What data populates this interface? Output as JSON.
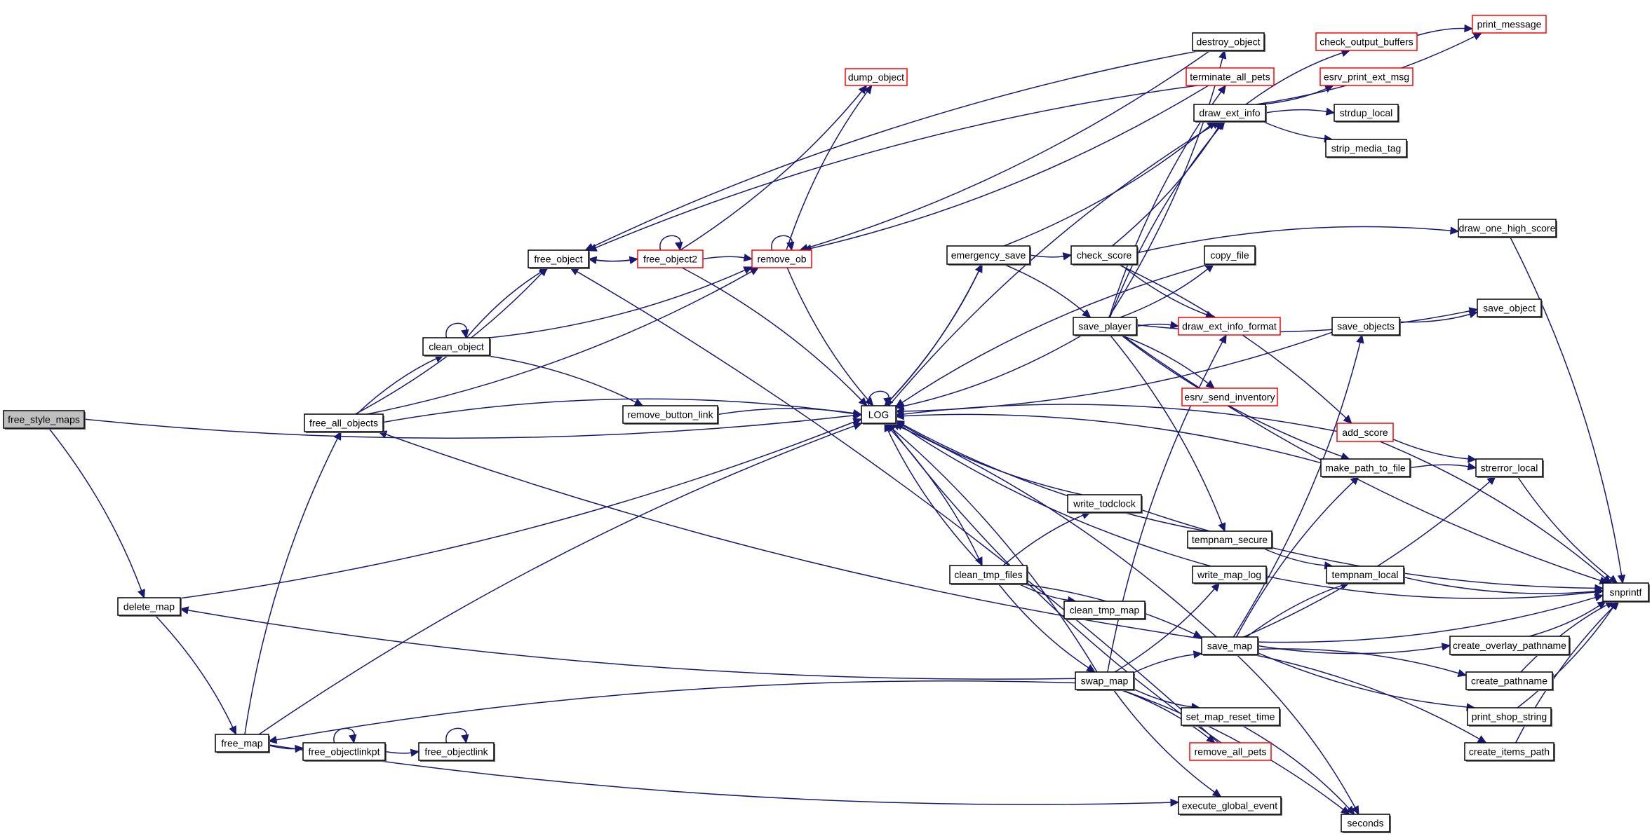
{
  "diagram": {
    "type": "call-graph",
    "root": "free_style_maps",
    "colors": {
      "edge": "#191970",
      "node_border": "#000000",
      "node_border_linked": "#ff0000",
      "root_fill": "#bfbfbf",
      "node_fill": "#ffffff"
    },
    "nodes": [
      {
        "id": "free_style_maps",
        "label": "free_style_maps",
        "style": "root"
      },
      {
        "id": "delete_map",
        "label": "delete_map",
        "style": "normal"
      },
      {
        "id": "free_map",
        "label": "free_map",
        "style": "normal"
      },
      {
        "id": "free_objectlinkpt",
        "label": "free_objectlinkpt",
        "style": "normal"
      },
      {
        "id": "free_objectlink",
        "label": "free_objectlink",
        "style": "normal"
      },
      {
        "id": "free_all_objects",
        "label": "free_all_objects",
        "style": "normal"
      },
      {
        "id": "clean_object",
        "label": "clean_object",
        "style": "normal"
      },
      {
        "id": "free_object",
        "label": "free_object",
        "style": "normal"
      },
      {
        "id": "free_object2",
        "label": "free_object2",
        "style": "red"
      },
      {
        "id": "remove_ob",
        "label": "remove_ob",
        "style": "red"
      },
      {
        "id": "dump_object",
        "label": "dump_object",
        "style": "red"
      },
      {
        "id": "remove_button_link",
        "label": "remove_button_link",
        "style": "normal"
      },
      {
        "id": "LOG",
        "label": "LOG",
        "style": "normal"
      },
      {
        "id": "destroy_object",
        "label": "destroy_object",
        "style": "normal"
      },
      {
        "id": "terminate_all_pets",
        "label": "terminate_all_pets",
        "style": "red"
      },
      {
        "id": "draw_ext_info",
        "label": "draw_ext_info",
        "style": "normal"
      },
      {
        "id": "emergency_save",
        "label": "emergency_save",
        "style": "normal"
      },
      {
        "id": "check_score",
        "label": "check_score",
        "style": "normal"
      },
      {
        "id": "copy_file",
        "label": "copy_file",
        "style": "normal"
      },
      {
        "id": "save_player",
        "label": "save_player",
        "style": "normal"
      },
      {
        "id": "draw_ext_info_format",
        "label": "draw_ext_info_format",
        "style": "red"
      },
      {
        "id": "esrv_send_inventory",
        "label": "esrv_send_inventory",
        "style": "red"
      },
      {
        "id": "write_todclock",
        "label": "write_todclock",
        "style": "normal"
      },
      {
        "id": "clean_tmp_files",
        "label": "clean_tmp_files",
        "style": "normal"
      },
      {
        "id": "clean_tmp_map",
        "label": "clean_tmp_map",
        "style": "normal"
      },
      {
        "id": "tempnam_secure",
        "label": "tempnam_secure",
        "style": "normal"
      },
      {
        "id": "write_map_log",
        "label": "write_map_log",
        "style": "normal"
      },
      {
        "id": "save_map",
        "label": "save_map",
        "style": "normal"
      },
      {
        "id": "swap_map",
        "label": "swap_map",
        "style": "normal"
      },
      {
        "id": "set_map_reset_time",
        "label": "set_map_reset_time",
        "style": "normal"
      },
      {
        "id": "remove_all_pets",
        "label": "remove_all_pets",
        "style": "red"
      },
      {
        "id": "execute_global_event",
        "label": "execute_global_event",
        "style": "normal"
      },
      {
        "id": "print_message",
        "label": "print_message",
        "style": "red"
      },
      {
        "id": "check_output_buffers",
        "label": "check_output_buffers",
        "style": "red"
      },
      {
        "id": "esrv_print_ext_msg",
        "label": "esrv_print_ext_msg",
        "style": "red"
      },
      {
        "id": "strdup_local",
        "label": "strdup_local",
        "style": "normal"
      },
      {
        "id": "strip_media_tag",
        "label": "strip_media_tag",
        "style": "normal"
      },
      {
        "id": "draw_one_high_score",
        "label": "draw_one_high_score",
        "style": "normal"
      },
      {
        "id": "save_object",
        "label": "save_object",
        "style": "normal"
      },
      {
        "id": "save_objects",
        "label": "save_objects",
        "style": "normal"
      },
      {
        "id": "add_score",
        "label": "add_score",
        "style": "red"
      },
      {
        "id": "make_path_to_file",
        "label": "make_path_to_file",
        "style": "normal"
      },
      {
        "id": "strerror_local",
        "label": "strerror_local",
        "style": "normal"
      },
      {
        "id": "tempnam_local",
        "label": "tempnam_local",
        "style": "normal"
      },
      {
        "id": "snprintf",
        "label": "snprintf",
        "style": "normal"
      },
      {
        "id": "create_overlay_pathname",
        "label": "create_overlay_pathname",
        "style": "normal"
      },
      {
        "id": "create_pathname",
        "label": "create_pathname",
        "style": "normal"
      },
      {
        "id": "print_shop_string",
        "label": "print_shop_string",
        "style": "normal"
      },
      {
        "id": "create_items_path",
        "label": "create_items_path",
        "style": "normal"
      },
      {
        "id": "seconds",
        "label": "seconds",
        "style": "normal"
      }
    ],
    "edges": [
      [
        "free_style_maps",
        "delete_map"
      ],
      [
        "free_style_maps",
        "LOG"
      ],
      [
        "delete_map",
        "free_map"
      ],
      [
        "delete_map",
        "LOG"
      ],
      [
        "free_map",
        "free_all_objects"
      ],
      [
        "free_map",
        "free_objectlinkpt"
      ],
      [
        "free_map",
        "LOG"
      ],
      [
        "free_map",
        "execute_global_event"
      ],
      [
        "free_objectlinkpt",
        "free_objectlinkpt"
      ],
      [
        "free_objectlinkpt",
        "free_objectlink"
      ],
      [
        "free_objectlink",
        "free_objectlink"
      ],
      [
        "free_all_objects",
        "free_object"
      ],
      [
        "free_all_objects",
        "clean_object"
      ],
      [
        "free_all_objects",
        "remove_ob"
      ],
      [
        "free_all_objects",
        "LOG"
      ],
      [
        "clean_object",
        "clean_object"
      ],
      [
        "clean_object",
        "free_object"
      ],
      [
        "clean_object",
        "remove_ob"
      ],
      [
        "clean_object",
        "remove_button_link"
      ],
      [
        "free_object",
        "free_object2"
      ],
      [
        "free_object2",
        "free_object"
      ],
      [
        "free_object2",
        "free_object2"
      ],
      [
        "free_object2",
        "remove_ob"
      ],
      [
        "free_object2",
        "dump_object"
      ],
      [
        "free_object2",
        "LOG"
      ],
      [
        "remove_ob",
        "remove_ob"
      ],
      [
        "remove_ob",
        "dump_object"
      ],
      [
        "remove_ob",
        "LOG"
      ],
      [
        "remove_button_link",
        "LOG"
      ],
      [
        "LOG",
        "LOG"
      ],
      [
        "LOG",
        "draw_ext_info"
      ],
      [
        "LOG",
        "emergency_save"
      ],
      [
        "LOG",
        "clean_tmp_files"
      ],
      [
        "destroy_object",
        "free_object"
      ],
      [
        "destroy_object",
        "remove_ob"
      ],
      [
        "terminate_all_pets",
        "free_object"
      ],
      [
        "terminate_all_pets",
        "remove_ob"
      ],
      [
        "draw_ext_info",
        "print_message"
      ],
      [
        "draw_ext_info",
        "check_output_buffers"
      ],
      [
        "draw_ext_info",
        "esrv_print_ext_msg"
      ],
      [
        "draw_ext_info",
        "strdup_local"
      ],
      [
        "draw_ext_info",
        "strip_media_tag"
      ],
      [
        "check_output_buffers",
        "print_message"
      ],
      [
        "emergency_save",
        "check_score"
      ],
      [
        "emergency_save",
        "save_player"
      ],
      [
        "emergency_save",
        "draw_ext_info"
      ],
      [
        "emergency_save",
        "LOG"
      ],
      [
        "check_score",
        "draw_ext_info"
      ],
      [
        "check_score",
        "draw_one_high_score"
      ],
      [
        "check_score",
        "draw_ext_info_format"
      ],
      [
        "check_score",
        "add_score"
      ],
      [
        "copy_file",
        "LOG"
      ],
      [
        "save_player",
        "draw_ext_info"
      ],
      [
        "save_player",
        "destroy_object"
      ],
      [
        "save_player",
        "terminate_all_pets"
      ],
      [
        "save_player",
        "copy_file"
      ],
      [
        "save_player",
        "draw_ext_info_format"
      ],
      [
        "save_player",
        "save_object"
      ],
      [
        "save_player",
        "esrv_send_inventory"
      ],
      [
        "save_player",
        "make_path_to_file"
      ],
      [
        "save_player",
        "tempnam_secure"
      ],
      [
        "save_player",
        "snprintf"
      ],
      [
        "save_player",
        "LOG"
      ],
      [
        "save_objects",
        "save_object"
      ],
      [
        "save_objects",
        "LOG"
      ],
      [
        "add_score",
        "strerror_local"
      ],
      [
        "add_score",
        "snprintf"
      ],
      [
        "add_score",
        "LOG"
      ],
      [
        "make_path_to_file",
        "strerror_local"
      ],
      [
        "make_path_to_file",
        "LOG"
      ],
      [
        "draw_one_high_score",
        "snprintf"
      ],
      [
        "strerror_local",
        "snprintf"
      ],
      [
        "write_todclock",
        "LOG"
      ],
      [
        "write_todclock",
        "snprintf"
      ],
      [
        "clean_tmp_files",
        "write_todclock"
      ],
      [
        "clean_tmp_files",
        "clean_tmp_map"
      ],
      [
        "clean_tmp_files",
        "save_map"
      ],
      [
        "clean_tmp_files",
        "swap_map"
      ],
      [
        "clean_tmp_files",
        "LOG"
      ],
      [
        "tempnam_secure",
        "tempnam_local"
      ],
      [
        "tempnam_secure",
        "LOG"
      ],
      [
        "write_map_log",
        "snprintf"
      ],
      [
        "write_map_log",
        "LOG"
      ],
      [
        "tempnam_local",
        "snprintf"
      ],
      [
        "save_map",
        "free_all_objects"
      ],
      [
        "save_map",
        "save_objects"
      ],
      [
        "save_map",
        "make_path_to_file"
      ],
      [
        "save_map",
        "strerror_local"
      ],
      [
        "save_map",
        "tempnam_local"
      ],
      [
        "save_map",
        "create_overlay_pathname"
      ],
      [
        "save_map",
        "create_pathname"
      ],
      [
        "save_map",
        "print_shop_string"
      ],
      [
        "save_map",
        "create_items_path"
      ],
      [
        "save_map",
        "snprintf"
      ],
      [
        "save_map",
        "seconds"
      ],
      [
        "save_map",
        "LOG"
      ],
      [
        "swap_map",
        "delete_map"
      ],
      [
        "swap_map",
        "free_map"
      ],
      [
        "swap_map",
        "save_map"
      ],
      [
        "swap_map",
        "write_map_log"
      ],
      [
        "swap_map",
        "draw_ext_info_format"
      ],
      [
        "swap_map",
        "set_map_reset_time"
      ],
      [
        "swap_map",
        "remove_all_pets"
      ],
      [
        "swap_map",
        "execute_global_event"
      ],
      [
        "swap_map",
        "seconds"
      ],
      [
        "swap_map",
        "LOG"
      ],
      [
        "set_map_reset_time",
        "seconds"
      ],
      [
        "remove_all_pets",
        "free_object"
      ],
      [
        "remove_all_pets",
        "LOG"
      ],
      [
        "create_overlay_pathname",
        "snprintf"
      ],
      [
        "create_pathname",
        "snprintf"
      ],
      [
        "print_shop_string",
        "snprintf"
      ],
      [
        "create_items_path",
        "snprintf"
      ]
    ]
  }
}
